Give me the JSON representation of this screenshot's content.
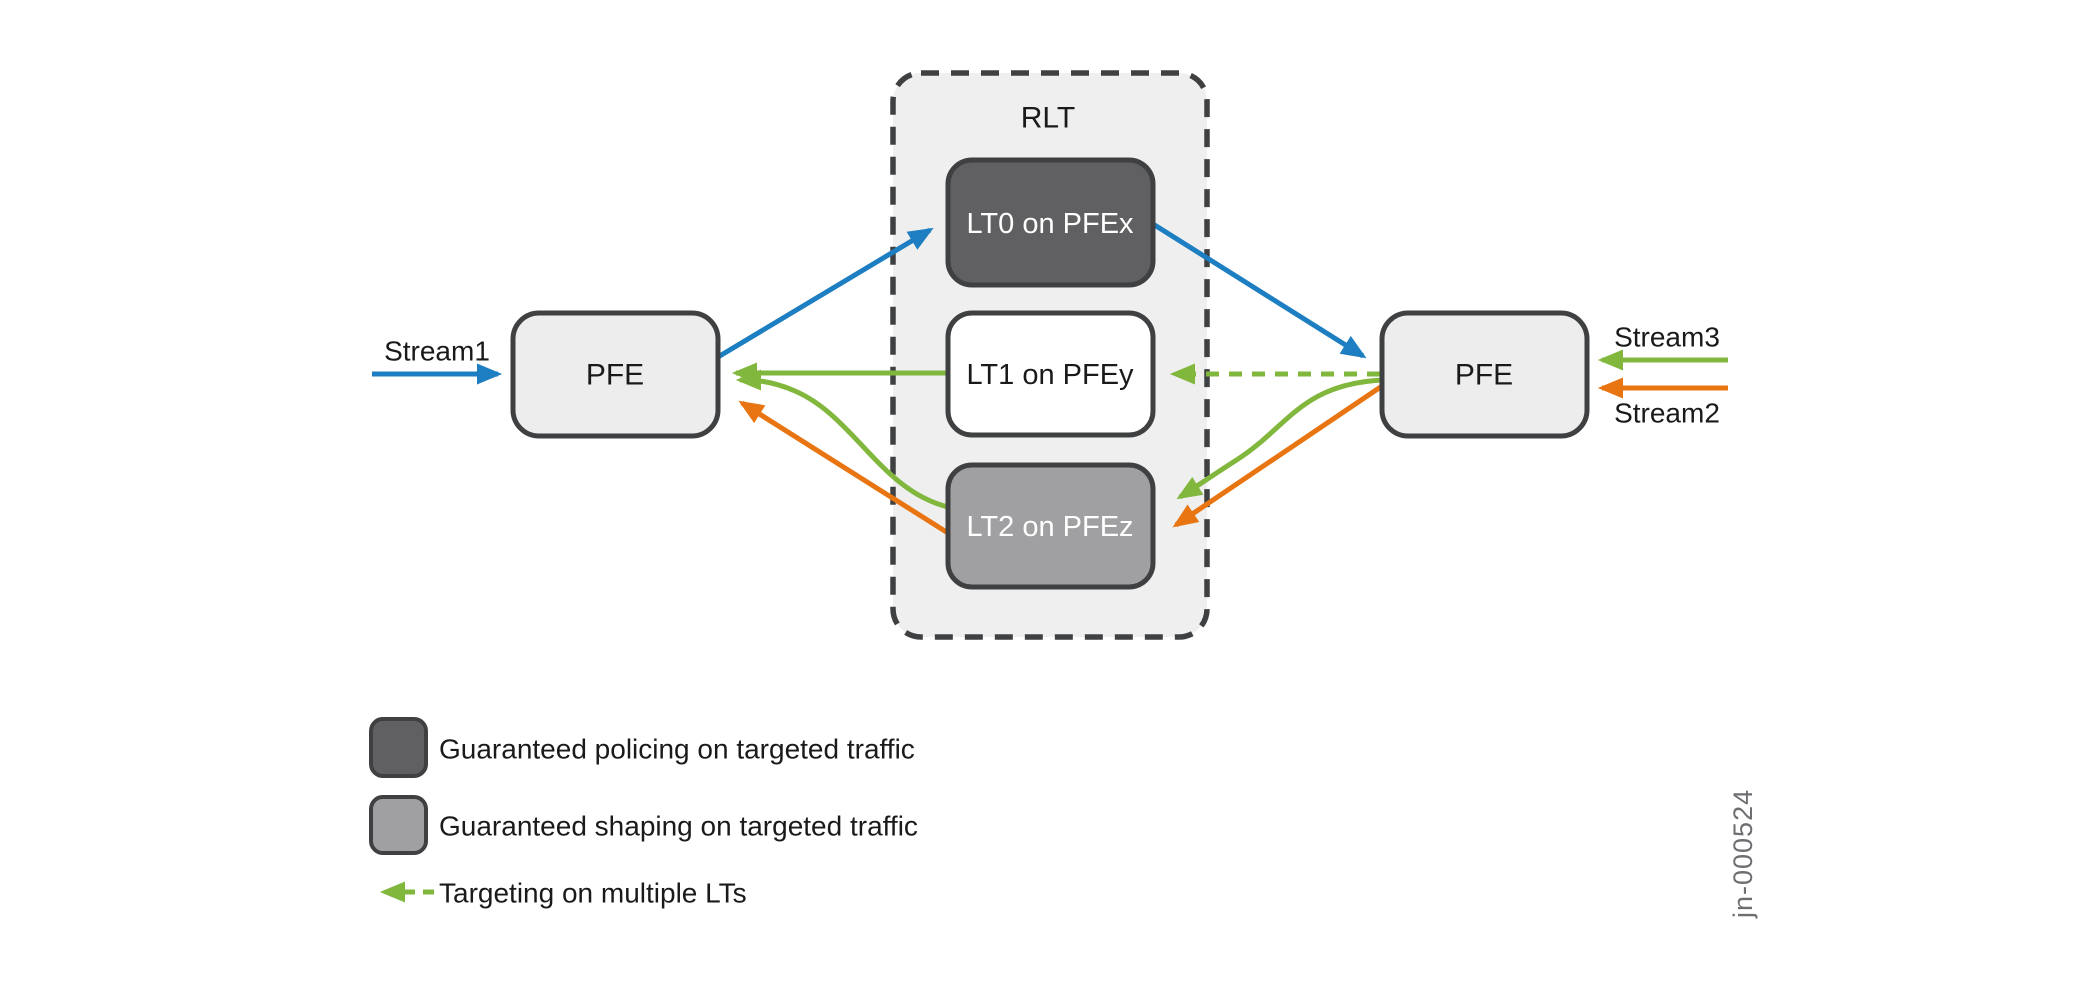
{
  "colors": {
    "blue": "#1d7fc1",
    "green": "#82b73d",
    "orange": "#e87511",
    "dark_gray": "#606062",
    "mid_gray": "#a0a0a2",
    "pfe_fill": "#ededed",
    "rlt_bg": "#efefef",
    "border_dark": "#3f4042",
    "text_dark": "#1a1a1a",
    "watermark_gray": "#6d6e71"
  },
  "diagram": {
    "rlt": {
      "label": "RLT"
    },
    "nodes": {
      "lt0": {
        "label": "LT0 on PFEx",
        "style": "dark-gray"
      },
      "lt1": {
        "label": "LT1 on PFEy",
        "style": "white"
      },
      "lt2": {
        "label": "LT2 on PFEz",
        "style": "mid-gray"
      },
      "pfe_left": {
        "label": "PFE"
      },
      "pfe_right": {
        "label": "PFE"
      }
    },
    "streams": {
      "stream1": {
        "label": "Stream1",
        "color": "blue"
      },
      "stream2": {
        "label": "Stream2",
        "color": "orange"
      },
      "stream3": {
        "label": "Stream3",
        "color": "green"
      }
    }
  },
  "legend": {
    "items": [
      {
        "swatch": "dark-gray-box",
        "label": "Guaranteed policing on targeted traffic"
      },
      {
        "swatch": "light-gray-box",
        "label": "Guaranteed shaping on targeted traffic"
      },
      {
        "swatch": "green-dashed-arrow",
        "label": "Targeting on multiple LTs"
      }
    ]
  },
  "watermark": "jn-000524"
}
